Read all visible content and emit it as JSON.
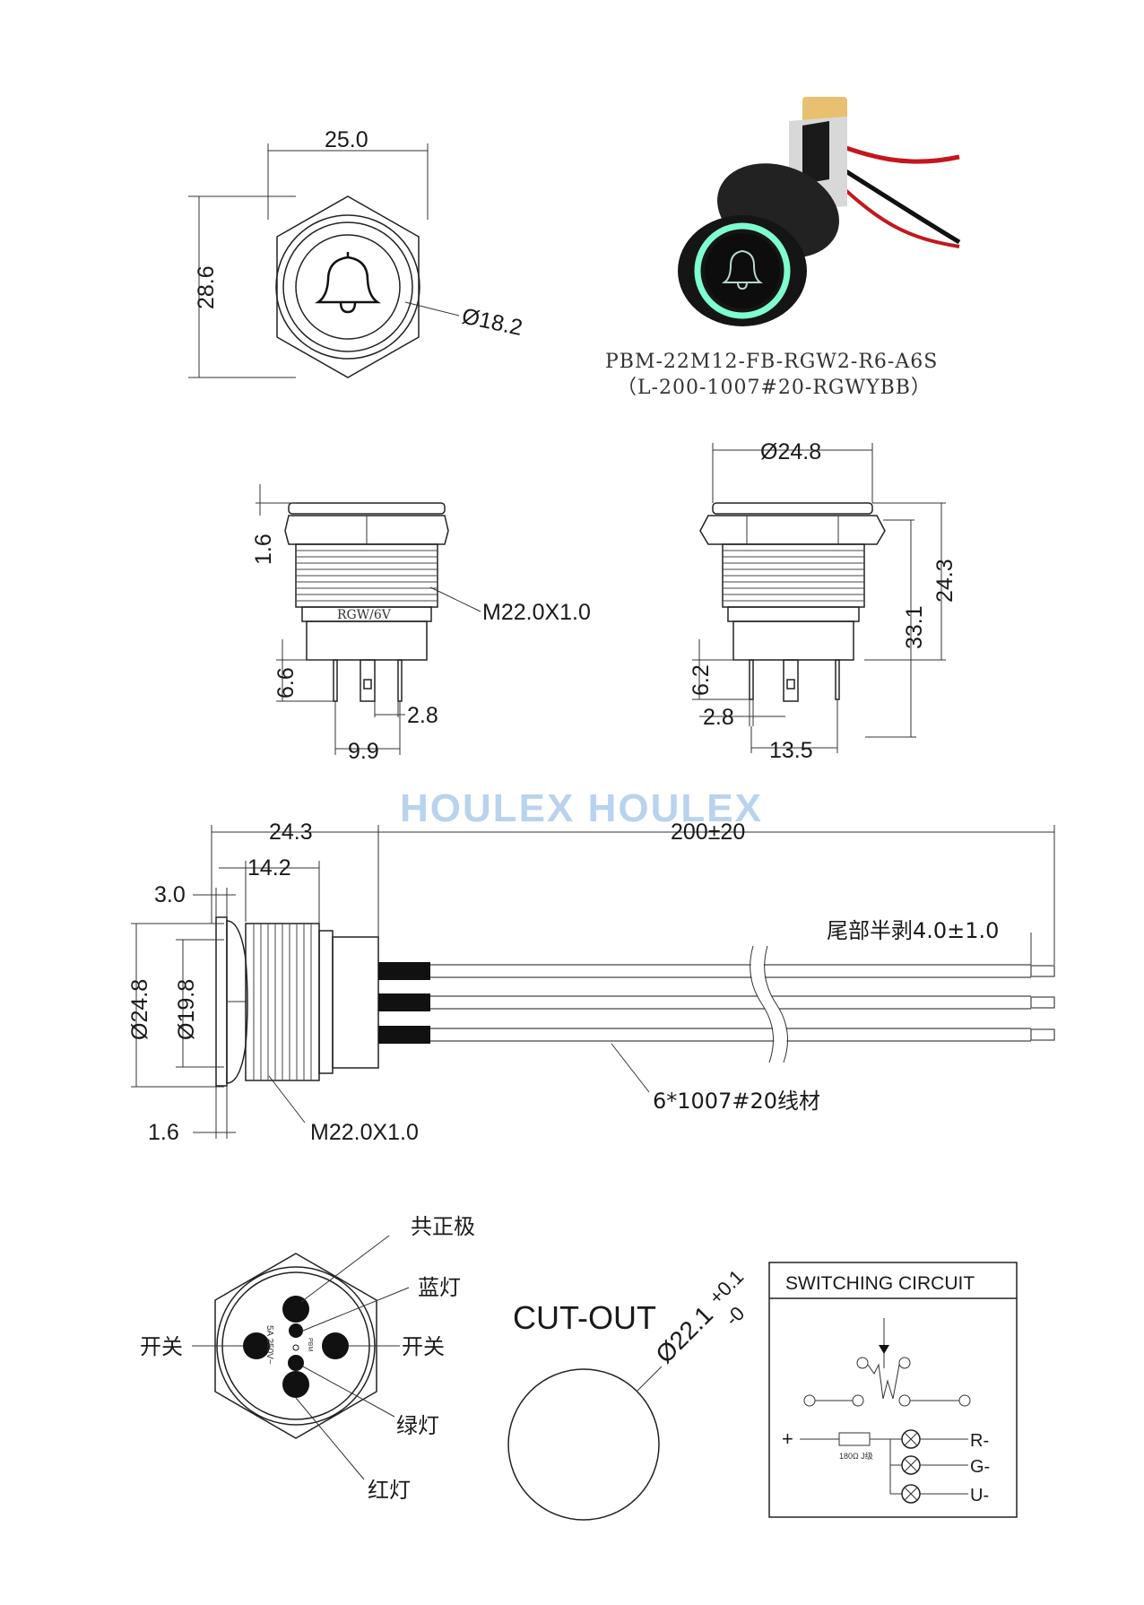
{
  "top_view": {
    "dim_width": "25.0",
    "dim_height": "28.6",
    "dim_dia": "Ø18.2"
  },
  "product": {
    "part_no": "PBM-22M12-FB-RGW2-R6-A6S",
    "wire_spec": "（L-200-1007#20-RGWYBB）"
  },
  "side_view_left": {
    "dim_1": "1.6",
    "thread": "M22.0X1.0",
    "body_marking": "RGW/6V",
    "dim_pin_len": "6.6",
    "dim_pin_w": "2.8",
    "dim_pitch": "9.9"
  },
  "side_view_right": {
    "dim_dia": "Ø24.8",
    "dim_height": "24.3",
    "dim_total": "33.1",
    "dim_pin_len": "6.2",
    "dim_pin_w": "2.8",
    "dim_pitch": "13.5"
  },
  "watermark": {
    "text": "HOULEX HOULEX"
  },
  "wire_view": {
    "dim_body": "24.3",
    "dim_wire": "200±20",
    "dim_thread_len": "14.2",
    "dim_head": "3.0",
    "dim_dia_outer": "Ø24.8",
    "dim_dia_inner": "Ø19.8",
    "dim_nut": "1.6",
    "thread": "M22.0X1.0",
    "strip_label": "尾部半剥4.0±1.0",
    "wire_label": "6*1007#20线材"
  },
  "pin_view": {
    "common_positive": "共正极",
    "blue_led": "蓝灯",
    "switch_left": "开关",
    "switch_right": "开关",
    "green_led": "绿灯",
    "red_led": "红灯",
    "rating": "5A 250V~",
    "brand_mark": "PBM"
  },
  "cutout": {
    "title": "CUT-OUT",
    "dim": "Ø22.1",
    "tol_plus": "+0.1",
    "tol_minus": "-0"
  },
  "circuit": {
    "title": "SWITCHING CIRCUIT",
    "plus": "+",
    "resistor": "180Ω J级",
    "red": "R-",
    "green": "G-",
    "blue": "U-"
  },
  "colors": {
    "led_ring": "#7dffcf",
    "watermark": "#b9d3ee",
    "wire_red": "#c4161c",
    "wire_black": "#111111"
  }
}
